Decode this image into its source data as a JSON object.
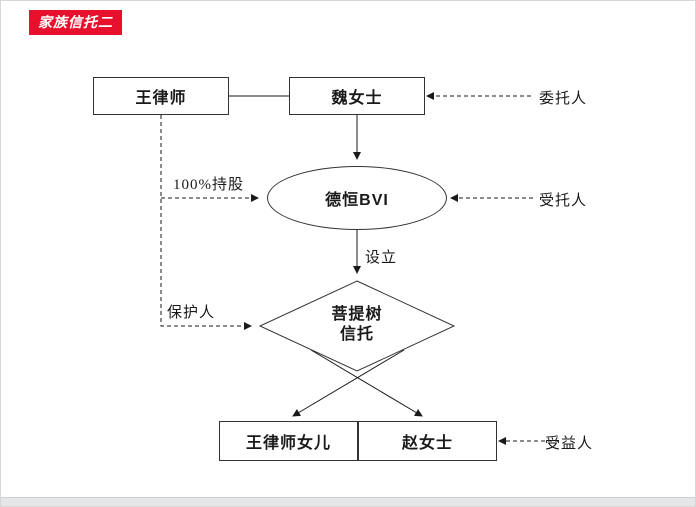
{
  "badge": {
    "label": "家族信托二"
  },
  "colors": {
    "badge_bg": "#e8112d"
  },
  "nodes": {
    "wang": {
      "label": "王律师"
    },
    "wei": {
      "label": "魏女士"
    },
    "bvi": {
      "label": "德恒BVI"
    },
    "trust": {
      "line1": "菩提树",
      "line2": "信托"
    },
    "daughter": {
      "label": "王律师女儿"
    },
    "zhao": {
      "label": "赵女士"
    }
  },
  "edge_labels": {
    "settlor": "委托人",
    "trustee": "受托人",
    "beneficiary": "受益人",
    "shareholding": "100%持股",
    "protector": "保护人",
    "establish": "设立"
  }
}
